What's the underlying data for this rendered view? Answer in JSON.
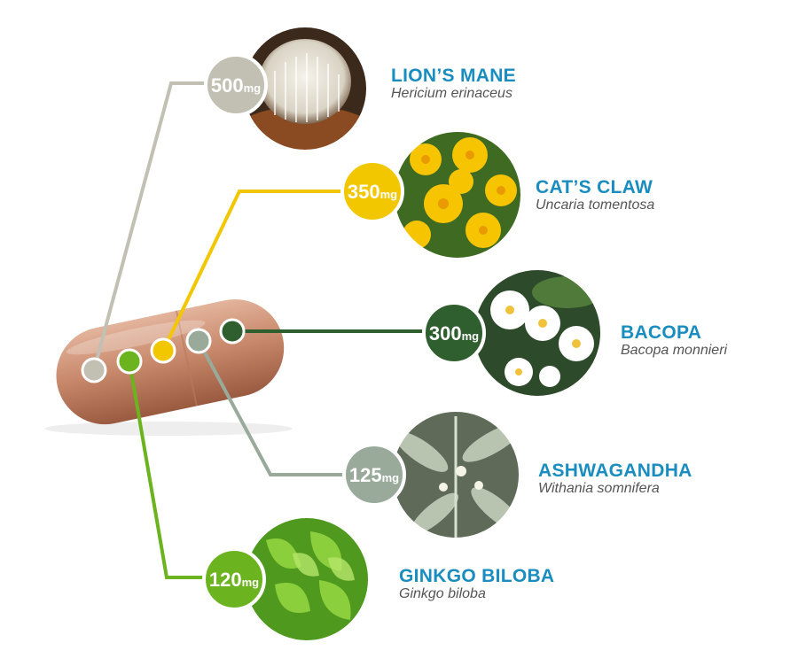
{
  "colors": {
    "lions_mane": "#c2bfb3",
    "cats_claw": "#f2c700",
    "bacopa": "#2f5f2f",
    "ashwagandha": "#99aa9a",
    "ginkgo": "#6cb320",
    "name_text": "#1a8dc0",
    "latin_text": "#555555"
  },
  "ingredients": [
    {
      "name": "LION’S MANE",
      "latin": "Hericium erinaceus",
      "dose": "500",
      "unit": "mg",
      "image": "lions-mane-mushroom-photo"
    },
    {
      "name": "CAT’S CLAW",
      "latin": "Uncaria tomentosa",
      "dose": "350",
      "unit": "mg",
      "image": "yellow-flowers-photo"
    },
    {
      "name": "BACOPA",
      "latin": "Bacopa monnieri",
      "dose": "300",
      "unit": "mg",
      "image": "white-flowers-photo"
    },
    {
      "name": "ASHWAGANDHA",
      "latin": "Withania somnifera",
      "dose": "125",
      "unit": "mg",
      "image": "ashwagandha-plant-photo"
    },
    {
      "name": "GINKGO BILOBA",
      "latin": "Ginkgo biloba",
      "dose": "120",
      "unit": "mg",
      "image": "ginkgo-leaves-photo"
    }
  ]
}
